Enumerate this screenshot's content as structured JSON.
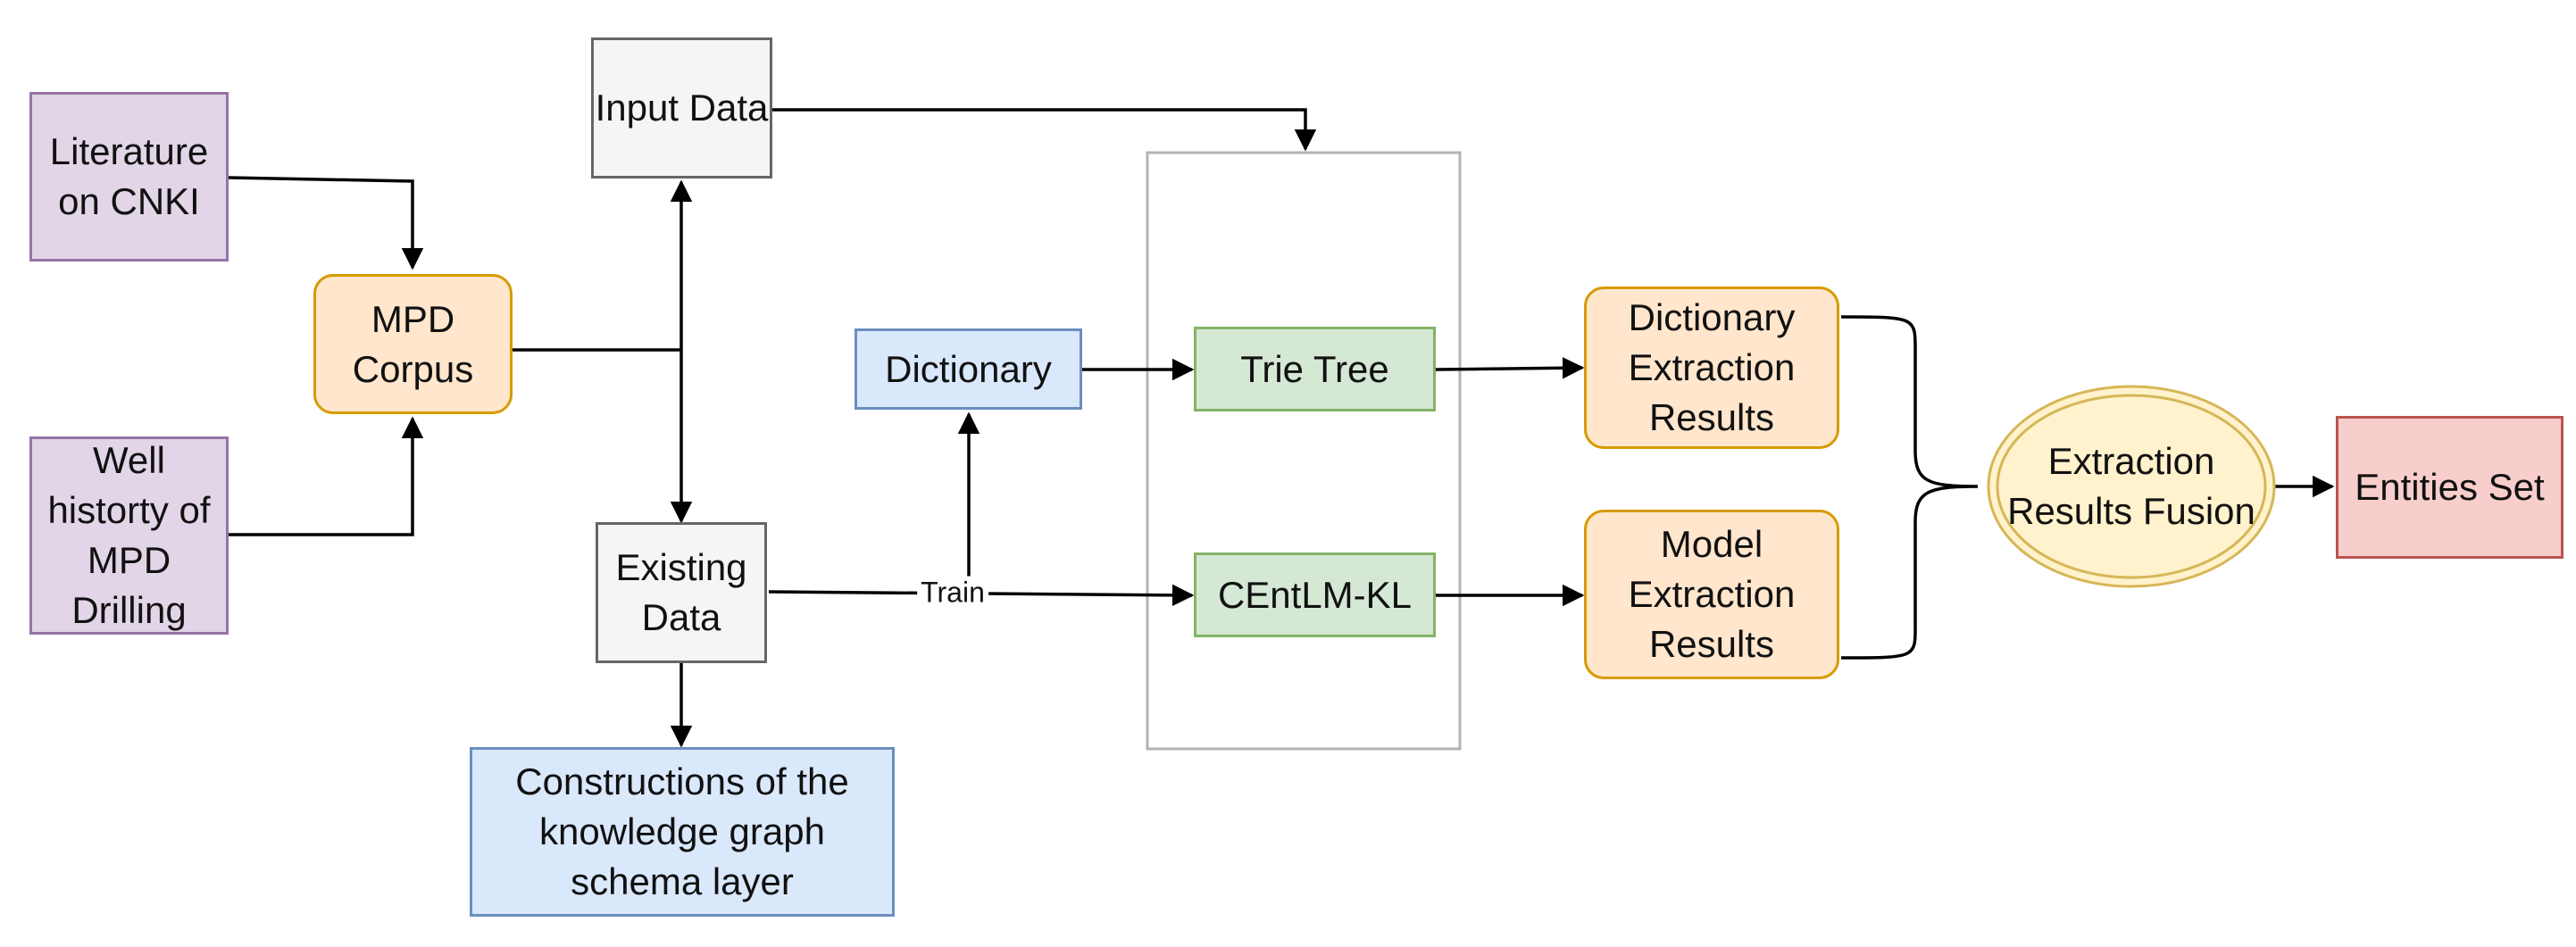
{
  "nodes": {
    "literature": "Literature on CNKI",
    "well_history": "Well historty of MPD Drilling",
    "mpd_corpus": "MPD Corpus",
    "input_data": "Input Data",
    "existing_data": "Existing Data",
    "constructions": "Constructions of the knowledge graph schema layer",
    "dictionary": "Dictionary",
    "trie_tree": "Trie Tree",
    "centlm": "CEntLM-KL",
    "dict_results": "Dictionary Extraction Results",
    "model_results": "Model Extraction Results",
    "fusion": "Extraction Results Fusion",
    "entities": "Entities Set"
  },
  "edge_labels": {
    "train": "Train"
  },
  "colors": {
    "purple_fill": "#e1d5e7",
    "purple_stroke": "#9673a6",
    "orange_fill": "#ffe6cc",
    "orange_stroke": "#d79b00",
    "gray_fill": "#f5f5f5",
    "gray_stroke": "#666666",
    "blue_fill": "#dae8fc",
    "blue_stroke": "#6c8ebf",
    "green_fill": "#d5e8d4",
    "green_stroke": "#82b366",
    "red_fill": "#f8cecc",
    "red_stroke": "#b85450",
    "fusion_fill": "#fff2cc",
    "fusion_stroke": "#d6b656"
  }
}
